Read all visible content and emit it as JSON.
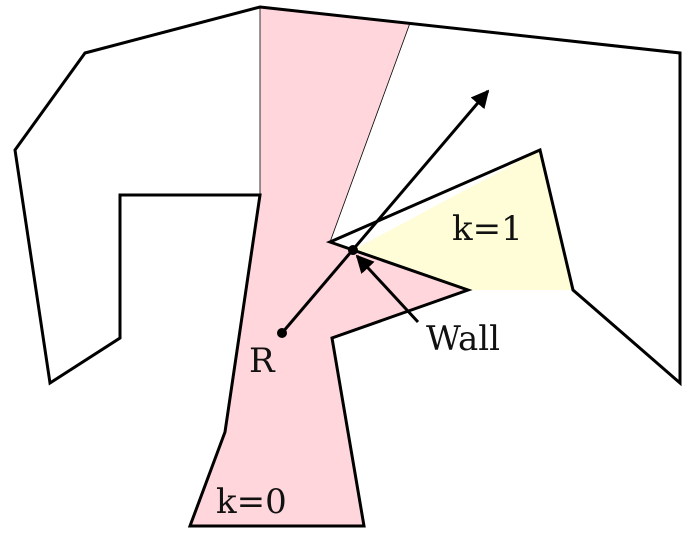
{
  "labels": {
    "region_k0": "k=0",
    "region_k1": "k=1",
    "point_r": "R",
    "wall": "Wall"
  },
  "colors": {
    "k0_region": "#ffd6db",
    "k1_region": "#fefdd8",
    "outline": "#000000"
  }
}
